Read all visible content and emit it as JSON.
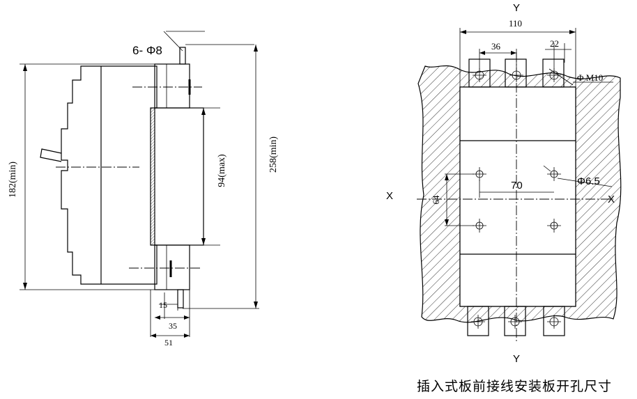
{
  "side_view": {
    "label_6phi8": "6- Φ8",
    "dim_182": "182(min)",
    "dim_94": "94(max)",
    "dim_258": "258(min)",
    "dim_15": "15",
    "dim_35": "35",
    "dim_51": "51"
  },
  "cutout_view": {
    "axis_y_top": "Y",
    "axis_y_bottom": "Y",
    "axis_x_left": "X",
    "axis_x_right": "X",
    "dim_110": "110",
    "dim_36": "36",
    "dim_22": "22",
    "label_m10": "Φ M10",
    "dim_70": "70",
    "dim_64": "64",
    "label_phi65": "Φ6.5"
  },
  "caption": "插入式板前接线安装板开孔尺寸"
}
